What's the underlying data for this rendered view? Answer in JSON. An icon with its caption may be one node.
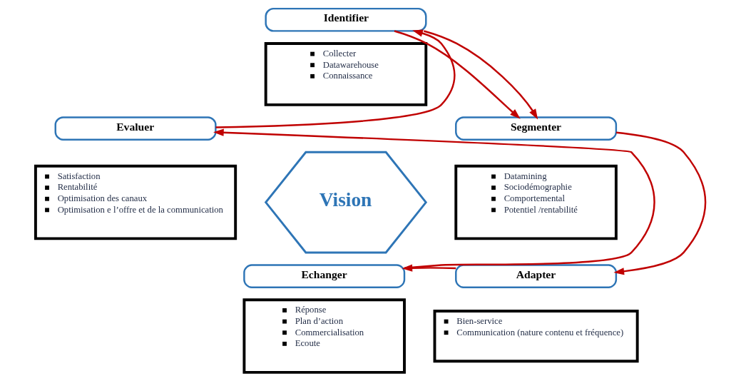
{
  "diagram": {
    "nodes": [
      {
        "text": [
          "Vision"
        ]
      },
      {
        "text": [
          "Identifier"
        ]
      },
      {
        "text": [
          "Collecter",
          "Datawarehouse",
          "Connaissance"
        ]
      },
      {
        "text": [
          "Evaluer"
        ]
      },
      {
        "text": [
          "Satisfaction",
          "Rentabilité",
          "Optimisation des canaux",
          "Optimisation e l’offre et de la communication"
        ]
      },
      {
        "text": [
          "Segmenter"
        ]
      },
      {
        "text": [
          "Datamining",
          "Sociodémographie",
          "Comportemental",
          "Potentiel /rentabilité"
        ]
      },
      {
        "text": [
          "Echanger"
        ]
      },
      {
        "text": [
          "Réponse",
          "Plan d’action",
          "Commercialisation",
          "Ecoute"
        ]
      },
      {
        "text": [
          "Adapter"
        ]
      },
      {
        "text": [
          "Bien-service",
          "Communication (nature contenu et fréquence)"
        ]
      }
    ],
    "edges": [
      {
        "from": 1,
        "to": 5,
        "arrow": "to"
      },
      {
        "from": 1,
        "to": 5,
        "arrow": "to"
      },
      {
        "from": 5,
        "to": 9,
        "arrow": "to"
      },
      {
        "from": 9,
        "to": 7,
        "arrow": "to"
      },
      {
        "from": 7,
        "to": 3,
        "arrow": "to"
      },
      {
        "from": 3,
        "to": 1,
        "arrow": "to"
      }
    ]
  }
}
